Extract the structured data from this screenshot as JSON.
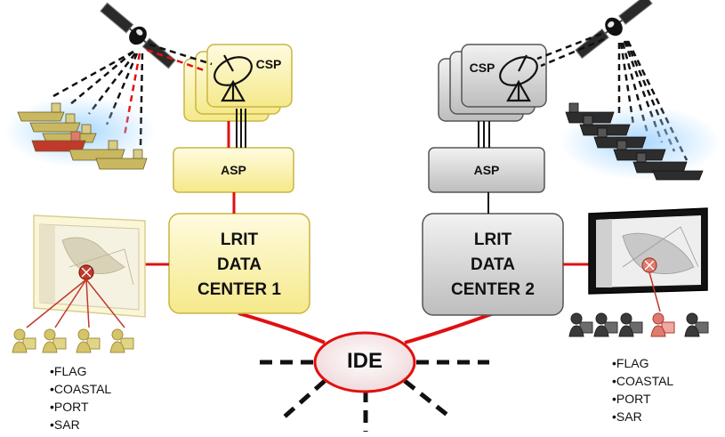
{
  "left": {
    "csp_label": "CSP",
    "asp_label": "ASP",
    "dc_line1": "LRIT",
    "dc_line2": "DATA",
    "dc_line3": "CENTER 1",
    "users": [
      "FLAG",
      "COASTAL",
      "PORT",
      "SAR"
    ]
  },
  "right": {
    "csp_label": "CSP",
    "asp_label": "ASP",
    "dc_line1": "LRIT",
    "dc_line2": "DATA",
    "dc_line3": "CENTER 2",
    "users": [
      "FLAG",
      "COASTAL",
      "PORT",
      "SAR"
    ]
  },
  "center": {
    "ide_label": "IDE"
  },
  "colors": {
    "left_fill": "#fbf3b0",
    "left_stroke": "#c9b544",
    "right_fill": "#d9d9d9",
    "right_stroke": "#555555",
    "link_red": "#e01010",
    "ide_fill": "#f3dfe0"
  }
}
